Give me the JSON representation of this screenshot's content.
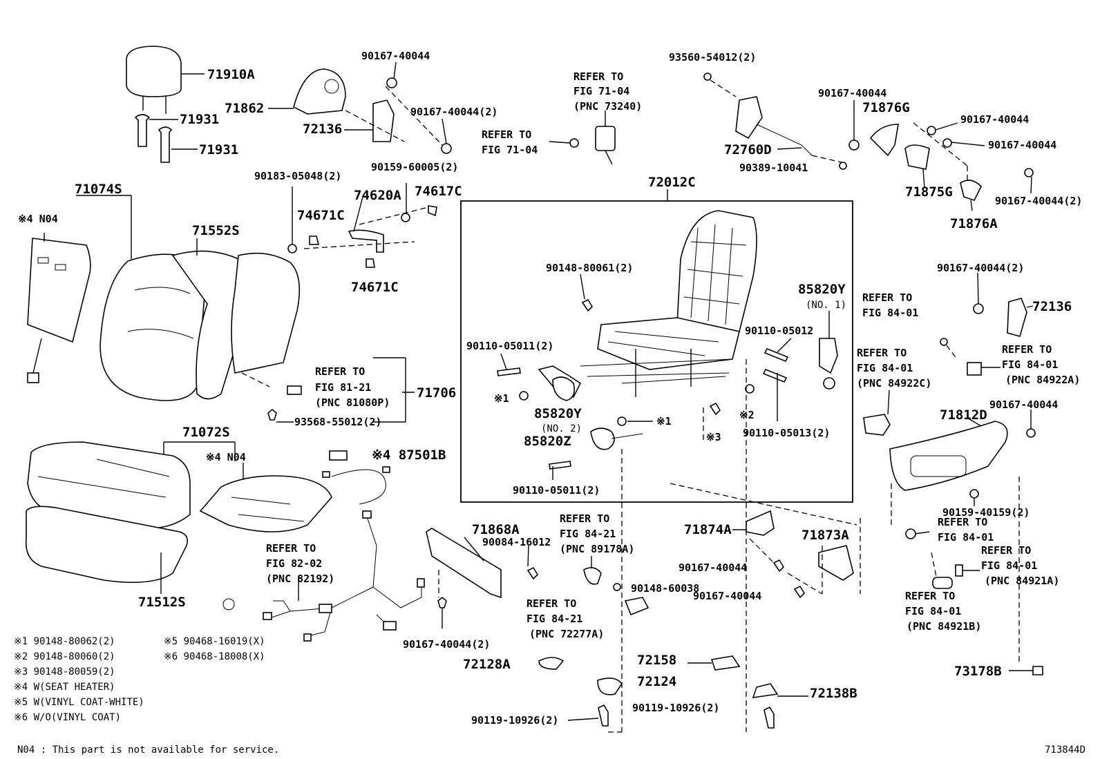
{
  "diagram": {
    "footer_note": "N04 : This part is not available for service.",
    "figure_id": "713844D",
    "frame_label": "72012C",
    "labels": {
      "p71910A": "71910A",
      "p71931a": "71931",
      "p71931b": "71931",
      "p71862": "71862",
      "p72136a": "72136",
      "p90167a": "90167-40044",
      "p90167b": "90167-40044(2)",
      "refer7104a_1": "REFER TO",
      "refer7104a_2": "FIG 71-04",
      "refer7104a_3": "(PNC 73240)",
      "refer7104b_1": "REFER TO",
      "refer7104b_2": "FIG 71-04",
      "p93560": "93560-54012(2)",
      "p72760D": "72760D",
      "p90389": "90389-10041",
      "p90167c": "90167-40044",
      "p71876G": "71876G",
      "p90167d": "90167-40044",
      "p90167e": "90167-40044",
      "p71875G": "71875G",
      "p90167f": "90167-40044(2)",
      "p71876A": "71876A",
      "p71074S": "71074S",
      "n4a": "※4 N04",
      "p90183": "90183-05048(2)",
      "p90159a": "90159-60005(2)",
      "p74617C": "74617C",
      "p74620A": "74620A",
      "p74671Ca": "74671C",
      "p74671Cb": "74671C",
      "p71552S": "71552S",
      "refer8121_1": "REFER TO",
      "refer8121_2": "FIG 81-21",
      "refer8121_3": "(PNC 81080P)",
      "p71706": "71706",
      "p93568": "93568-55012(2)",
      "p90148a": "90148-80061(2)",
      "p85820Ya": "85820Y",
      "p85820Ya_no": "(NO. 1)",
      "p90110a": "90110-05012",
      "p90110b": "90110-05011(2)",
      "m1a": "※1",
      "p85820Yb": "85820Y",
      "p85820Yb_no": "(NO. 2)",
      "p85820Z": "85820Z",
      "m1b": "※1",
      "m2": "※2",
      "m3": "※3",
      "p90110c": "90110-05013(2)",
      "p90110d": "90110-05011(2)",
      "p90167g": "90167-40044(2)",
      "p72136b": "72136",
      "refer8401a_1": "REFER TO",
      "refer8401a_2": "FIG 84-01",
      "refer8401b_1": "REFER TO",
      "refer8401b_2": "FIG 84-01",
      "refer8401b_3": "(PNC 84922C)",
      "refer8401c_1": "REFER TO",
      "refer8401c_2": "FIG 84-01",
      "refer8401c_3": "(PNC 84922A)",
      "p90167h": "90167-40044",
      "p71812D": "71812D",
      "p90159b": "90159-40159(2)",
      "refer8401d_1": "REFER TO",
      "refer8401d_2": "FIG 84-01",
      "refer8401e_1": "REFER TO",
      "refer8401e_2": "FIG 84-01",
      "refer8401e_3": "(PNC 84921A)",
      "refer8401f_1": "REFER TO",
      "refer8401f_2": "FIG 84-01",
      "refer8401f_3": "(PNC 84921B)",
      "p73178B": "73178B",
      "p71072S": "71072S",
      "n4b": "※4 N04",
      "p87501B": "※4 87501B",
      "p71512S": "71512S",
      "refer8202_1": "REFER TO",
      "refer8202_2": "FIG 82-02",
      "refer8202_3": "(PNC 82192)",
      "p71868A": "71868A",
      "p90084": "90084-16012",
      "p90167i": "90167-40044(2)",
      "refer8421a_1": "REFER TO",
      "refer8421a_2": "FIG 84-21",
      "refer8421a_3": "(PNC 89178A)",
      "p90148b": "90148-60038",
      "refer8421b_1": "REFER TO",
      "refer8421b_2": "FIG 84-21",
      "refer8421b_3": "(PNC 72277A)",
      "p72128A": "72128A",
      "p72124": "72124",
      "p90119a": "90119-10926(2)",
      "p71874A": "71874A",
      "p90167j": "90167-40044",
      "p90167k": "90167-40044",
      "p71873A": "71873A",
      "p72158": "72158",
      "p72138B": "72138B",
      "p90119b": "90119-10926(2)"
    },
    "legend": [
      "※1 90148-80062(2)",
      "※2 90148-80060(2)",
      "※3 90148-80059(2)",
      "※4  W(SEAT HEATER)",
      "※5 W(VINYL COAT-WHITE)",
      "※6 W/O(VINYL COAT)"
    ],
    "legend_right": [
      "※5 90468-16019(X)",
      "※6 90468-18008(X)"
    ]
  }
}
